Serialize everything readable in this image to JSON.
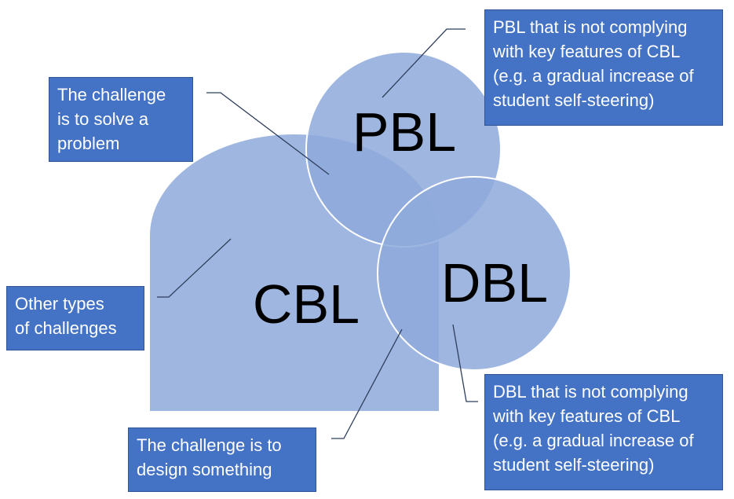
{
  "shapes": {
    "cbl": {
      "label": "CBL"
    },
    "pbl": {
      "label": "PBL"
    },
    "dbl": {
      "label": "DBL"
    }
  },
  "callouts": {
    "pbl_not_complying": {
      "lines": [
        "PBL that is not complying",
        "with key features of CBL",
        "(e.g. a gradual increase of",
        "student self-steering)"
      ]
    },
    "solve_problem": {
      "lines": [
        "The challenge",
        "is to solve a",
        "problem"
      ]
    },
    "other_types": {
      "lines": [
        "Other types",
        "of challenges"
      ]
    },
    "design_something": {
      "lines": [
        "The challenge is to",
        "design something"
      ]
    },
    "dbl_not_complying": {
      "lines": [
        "DBL that is not complying",
        "with key features of CBL",
        "(e.g. a gradual increase of",
        "student self-steering)"
      ]
    }
  },
  "colors": {
    "shape_fill": "#8eaadb",
    "shape_stroke": "#ffffff",
    "callout_fill": "#4472c4",
    "connector": "#2f3e5c",
    "label_text": "#000000"
  }
}
